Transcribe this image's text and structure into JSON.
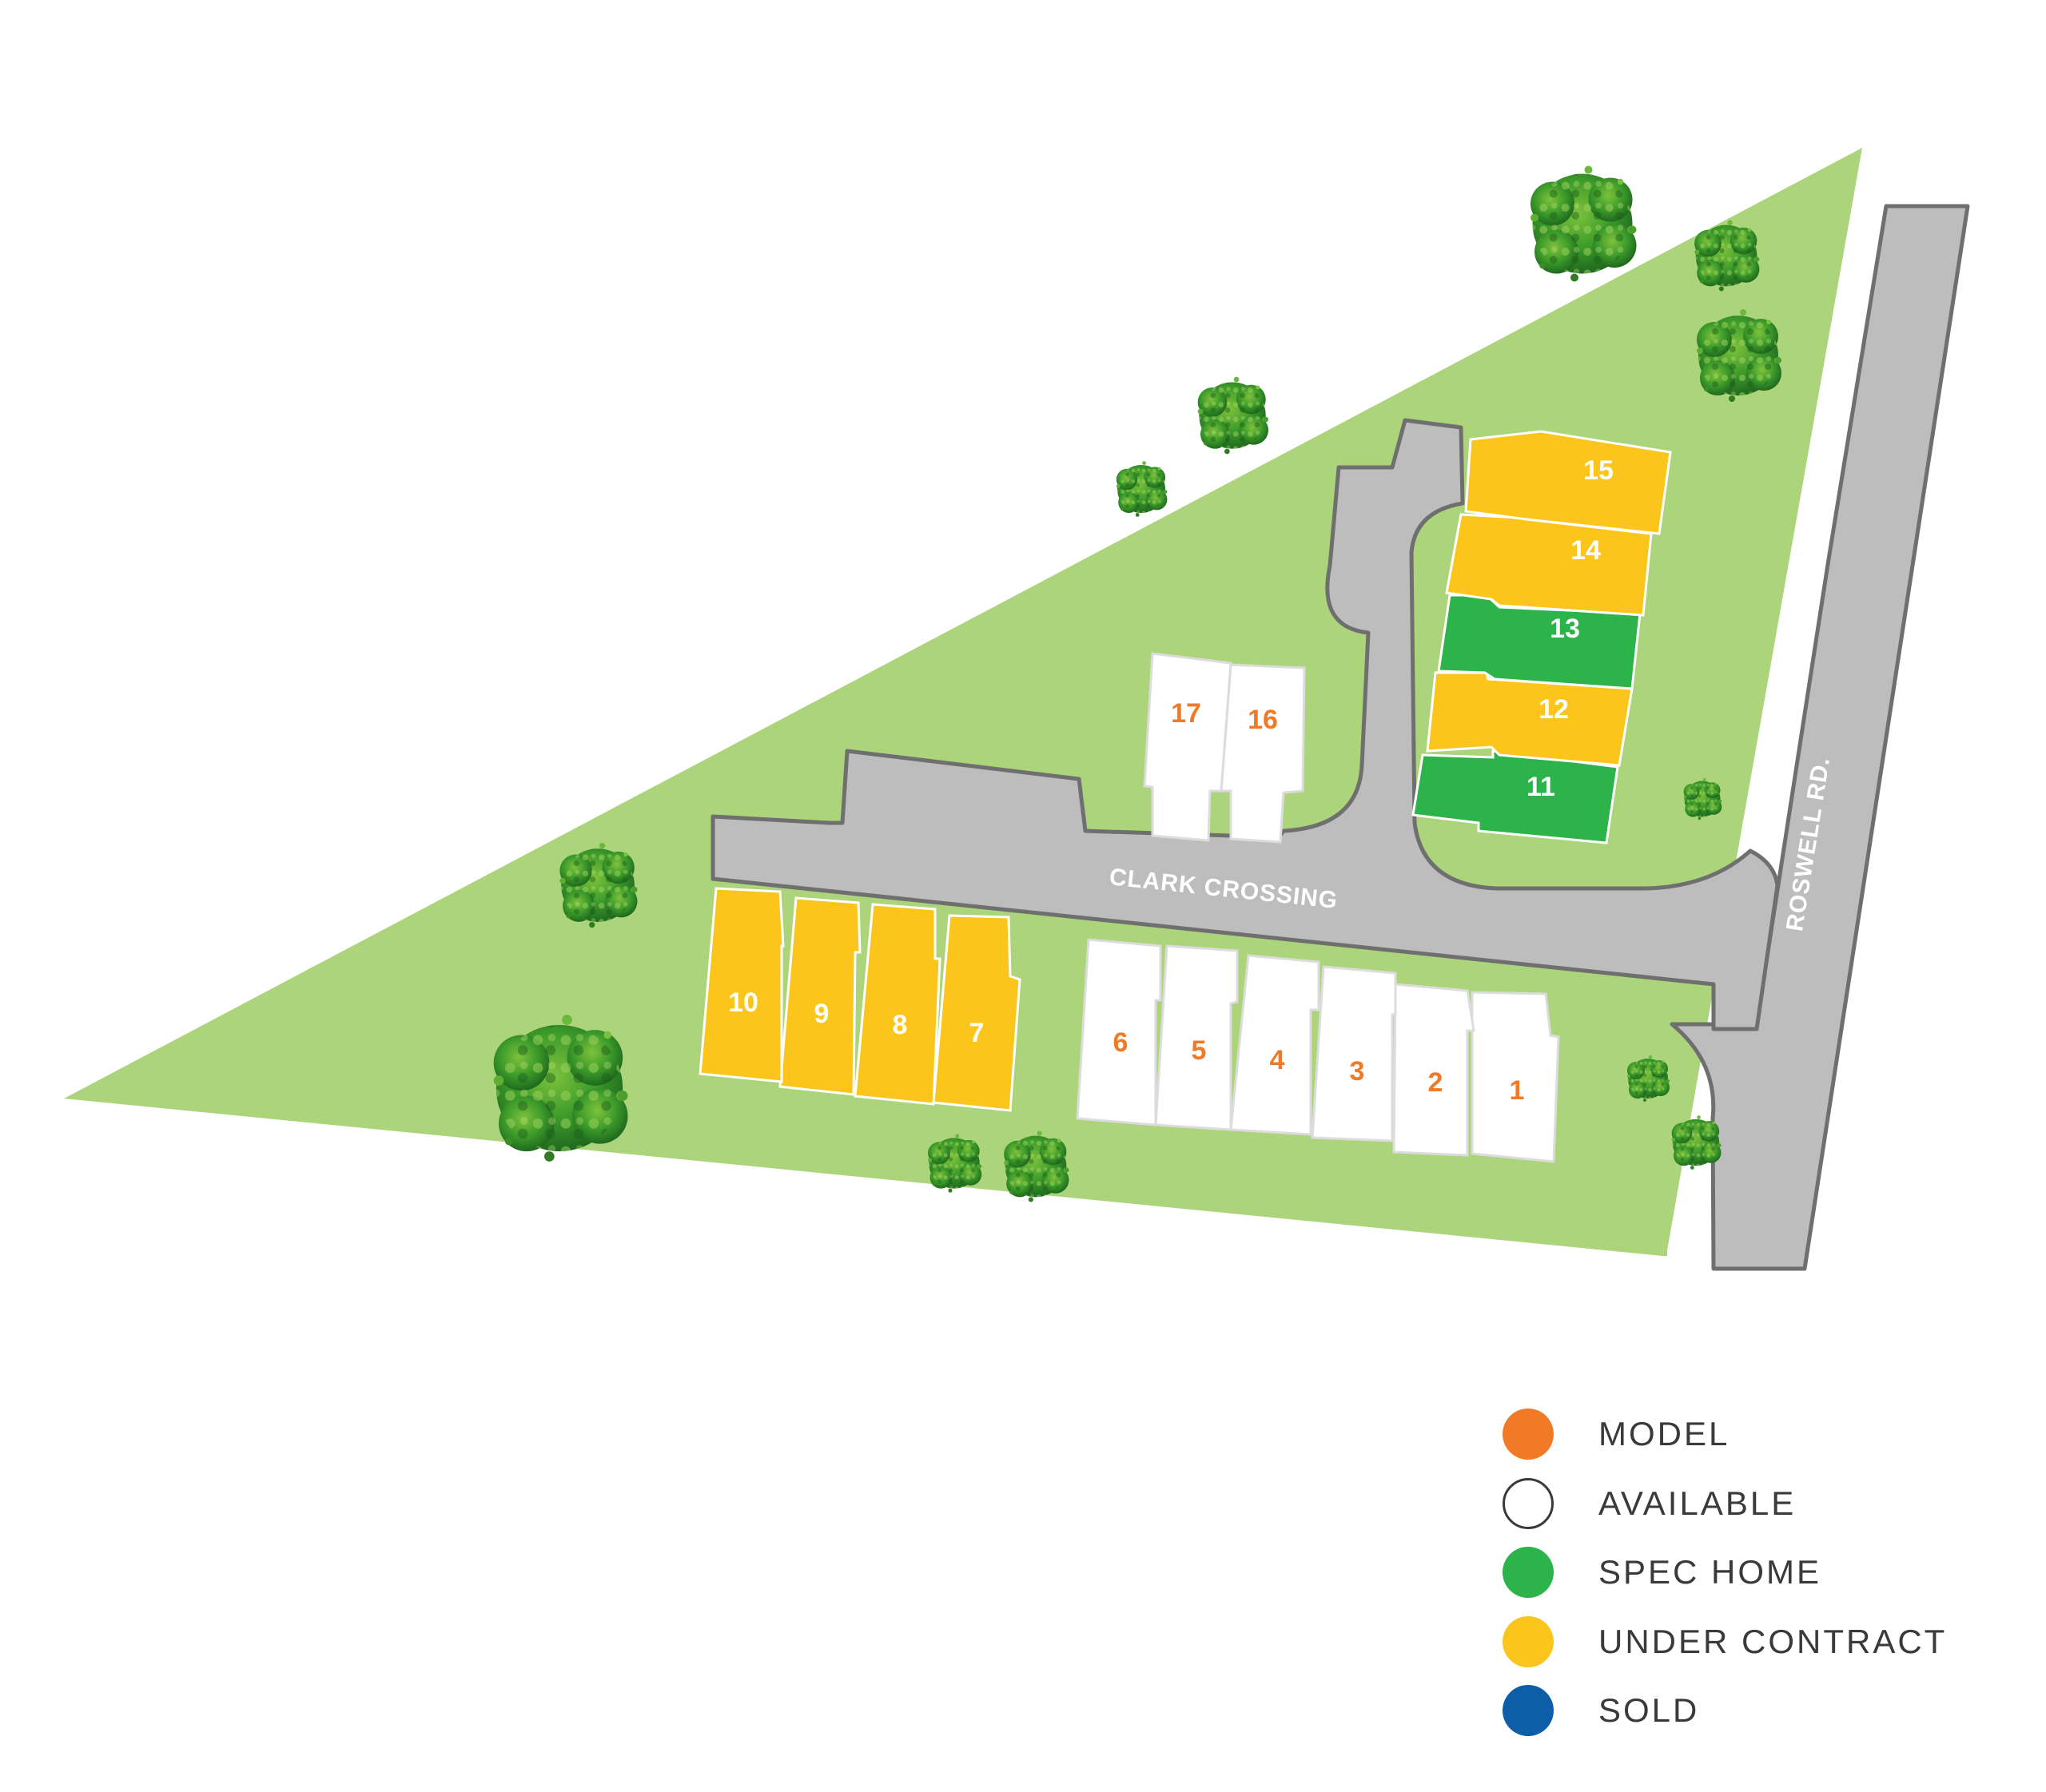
{
  "streets": {
    "main": "CLARK CROSSING",
    "side": "ROSWELL RD."
  },
  "colors": {
    "grass": "#acd47a",
    "road": "#bdbdbd",
    "road_edge": "#6f6f6f",
    "model": "#f07a26",
    "available": "#ffffff",
    "spec_home": "#2cb34a",
    "under_contract": "#fcc51c",
    "sold": "#0d5ea8"
  },
  "lots": [
    {
      "number": "1",
      "status": "available"
    },
    {
      "number": "2",
      "status": "available"
    },
    {
      "number": "3",
      "status": "available"
    },
    {
      "number": "4",
      "status": "available"
    },
    {
      "number": "5",
      "status": "available"
    },
    {
      "number": "6",
      "status": "available"
    },
    {
      "number": "7",
      "status": "under_contract"
    },
    {
      "number": "8",
      "status": "under_contract"
    },
    {
      "number": "9",
      "status": "under_contract"
    },
    {
      "number": "10",
      "status": "under_contract"
    },
    {
      "number": "11",
      "status": "spec_home"
    },
    {
      "number": "12",
      "status": "under_contract"
    },
    {
      "number": "13",
      "status": "spec_home"
    },
    {
      "number": "14",
      "status": "under_contract"
    },
    {
      "number": "15",
      "status": "under_contract"
    },
    {
      "number": "16",
      "status": "available"
    },
    {
      "number": "17",
      "status": "available"
    }
  ],
  "legend": [
    {
      "label": "MODEL",
      "status": "model"
    },
    {
      "label": "AVAILABLE",
      "status": "available"
    },
    {
      "label": "SPEC HOME",
      "status": "spec_home"
    },
    {
      "label": "UNDER CONTRACT",
      "status": "under_contract"
    },
    {
      "label": "SOLD",
      "status": "sold"
    }
  ],
  "icons": [
    "tree-icon"
  ]
}
